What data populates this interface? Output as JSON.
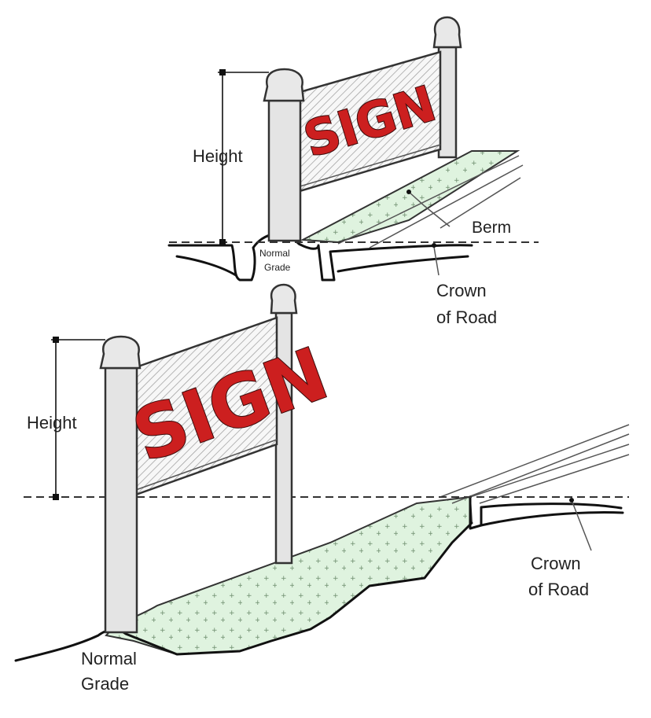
{
  "top_diagram": {
    "sign_text": "SIGN",
    "height_label": "Height",
    "grade_label_line1": "Normal",
    "grade_label_line2": "Grade",
    "berm_label": "Berm",
    "crown_label_line1": "Crown",
    "crown_label_line2": "of Road"
  },
  "bottom_diagram": {
    "sign_text": "SIGN",
    "height_label": "Height",
    "grade_label_line1": "Normal",
    "grade_label_line2": "Grade",
    "crown_label_line1": "Crown",
    "crown_label_line2": "of Road"
  },
  "colors": {
    "sign_text": "#cc1f1f",
    "berm_fill": "#dff3df",
    "panel_hatch": "#9a9a9a",
    "post_fill": "#e4e4e4"
  }
}
